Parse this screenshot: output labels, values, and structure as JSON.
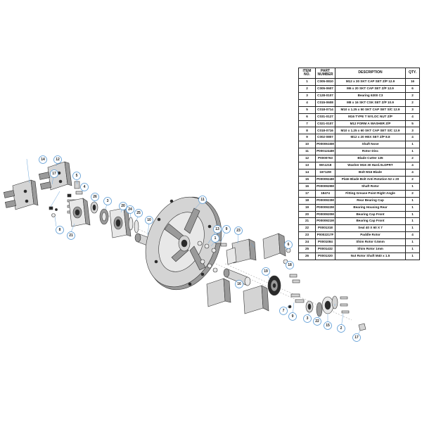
{
  "table": {
    "headers": [
      "ITEM NO.",
      "PART NUMBER",
      "DESCRIPTION",
      "QTY."
    ],
    "rows": [
      [
        "1",
        "C005-0810",
        "M12 x 30 SKT CAP SET Z/P 12.9",
        "16"
      ],
      [
        "2",
        "C005-0607",
        "M6 x 20 SKT CAP SET Z/P 12.9",
        "6"
      ],
      [
        "3",
        "C128-0107",
        "Bearing 6300 C3",
        "2"
      ],
      [
        "4",
        "C015-0608",
        "M8 x 16 SKT CSK SET Z/P 10.9",
        "2"
      ],
      [
        "5",
        "C018-0714",
        "M10 x 1.25 x 50 SKT CAP SET S/C 12.9",
        "3"
      ],
      [
        "6",
        "C031-0127",
        "M16 TYPE T NYLOC NUT Z/P",
        "4"
      ],
      [
        "7",
        "C021-0107",
        "M12 FORM A WASHER Z/P",
        "5"
      ],
      [
        "8",
        "C018-0716",
        "M10 x 1.25 x 60 SKT CAP SET S/C 12.9",
        "3"
      ],
      [
        "9",
        "C002-0807",
        "M12 x 20 HEX SET Z/P 8.8",
        "4"
      ],
      [
        "10",
        "P0000615M",
        "Shaft Nose",
        "1"
      ],
      [
        "11",
        "P0001244M",
        "Rotor Disc",
        "1"
      ],
      [
        "12",
        "P0000763",
        "Blade Cutter 135",
        "2"
      ],
      [
        "13",
        "WA1218",
        "Washer M16 30 Hard.SLDPRT",
        "4"
      ],
      [
        "14",
        "16712M",
        "Bolt M16 Blade",
        "4"
      ],
      [
        "15",
        "P0000924M",
        "Plate Blade Bolt Anti Rotation 52 x 20",
        "2"
      ],
      [
        "16",
        "P0000929M",
        "Shaft Rotor",
        "1"
      ],
      [
        "17",
        "18474",
        "Fitting Grease Point Right Angle",
        "2"
      ],
      [
        "18",
        "P0000923M",
        "Rear Bearing Cap",
        "1"
      ],
      [
        "19",
        "P0000922M",
        "Bearing Housing Rear",
        "1"
      ],
      [
        "20",
        "P0000920M",
        "Bearing Cap Front",
        "1"
      ],
      [
        "21",
        "P0000921M",
        "Bearing Cap Front",
        "1"
      ],
      [
        "22",
        "P0001318",
        "Seal 40 X 60 X 7",
        "1"
      ],
      [
        "23",
        "P0002217F",
        "Paddle Rotor",
        "4"
      ],
      [
        "24",
        "P0001084",
        "Shim Rotor 0.5mm",
        "1"
      ],
      [
        "25",
        "P0001432",
        "Shim Rotor 1mm",
        "1"
      ],
      [
        "26",
        "P0001320",
        "Nut Rotor Shaft M40 x 1.5",
        "1"
      ]
    ]
  },
  "balloons": [
    "14",
    "12",
    "5",
    "4",
    "17",
    "8",
    "21",
    "26",
    "3",
    "20",
    "24",
    "25",
    "10",
    "11",
    "13",
    "9",
    "23",
    "1",
    "6",
    "18",
    "19",
    "16",
    "22",
    "2",
    "7",
    "15",
    "17"
  ]
}
